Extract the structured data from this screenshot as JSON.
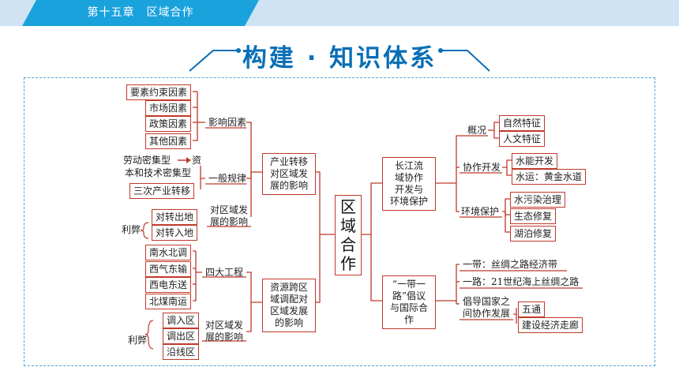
{
  "header": {
    "chapter": "第十五章　区域合作"
  },
  "title": "构建 · 知识体系",
  "center": [
    "区",
    "域",
    "合",
    "作"
  ],
  "left1": {
    "label": [
      "产业转移",
      "对区域发",
      "展的影响"
    ],
    "influence": {
      "label": "影响因素",
      "items": [
        "要素约束因素",
        "市场因素",
        "政策因素",
        "其他因素"
      ]
    },
    "rule": {
      "label": "一般规律",
      "item1a": "劳动密集型",
      "item1b": "资",
      "item1c": "本和技术密集型",
      "item2": "三次产业转移"
    },
    "impact": {
      "label": [
        "对区域发",
        "展的影响"
      ],
      "lb": "利弊",
      "items": [
        "对转出地",
        "对转入地"
      ]
    }
  },
  "left2": {
    "label": [
      "资源跨区",
      "域调配对",
      "区域发展",
      "的影响"
    ],
    "projects": {
      "label": "四大工程",
      "items": [
        "南水北调",
        "西气东输",
        "西电东送",
        "北煤南运"
      ]
    },
    "impact": {
      "label": [
        "对区域发",
        "展的影响"
      ],
      "lb": "利弊",
      "items": [
        "调入区",
        "调出区",
        "沿线区"
      ]
    }
  },
  "right1": {
    "label": [
      "长江流",
      "域协作",
      "开发与",
      "环境保护"
    ],
    "overview": {
      "label": "概况",
      "items": [
        "自然特征",
        "人文特征"
      ]
    },
    "coop": {
      "label": "协作开发",
      "items": [
        "水能开发",
        "水运：黄金水道"
      ]
    },
    "env": {
      "label": "环境保护",
      "items": [
        "水污染治理",
        "生态修复",
        "湖泊修复"
      ]
    }
  },
  "right2": {
    "label": [
      "“一带一",
      "路”倡议",
      "与国际合",
      "作"
    ],
    "belt": "一带：丝绸之路经济带",
    "road": "一路：21世纪海上丝绸之路",
    "advocate": {
      "label": [
        "倡导国家之",
        "间协作发展"
      ],
      "items": [
        "五通",
        "建设经济走廊"
      ]
    }
  }
}
